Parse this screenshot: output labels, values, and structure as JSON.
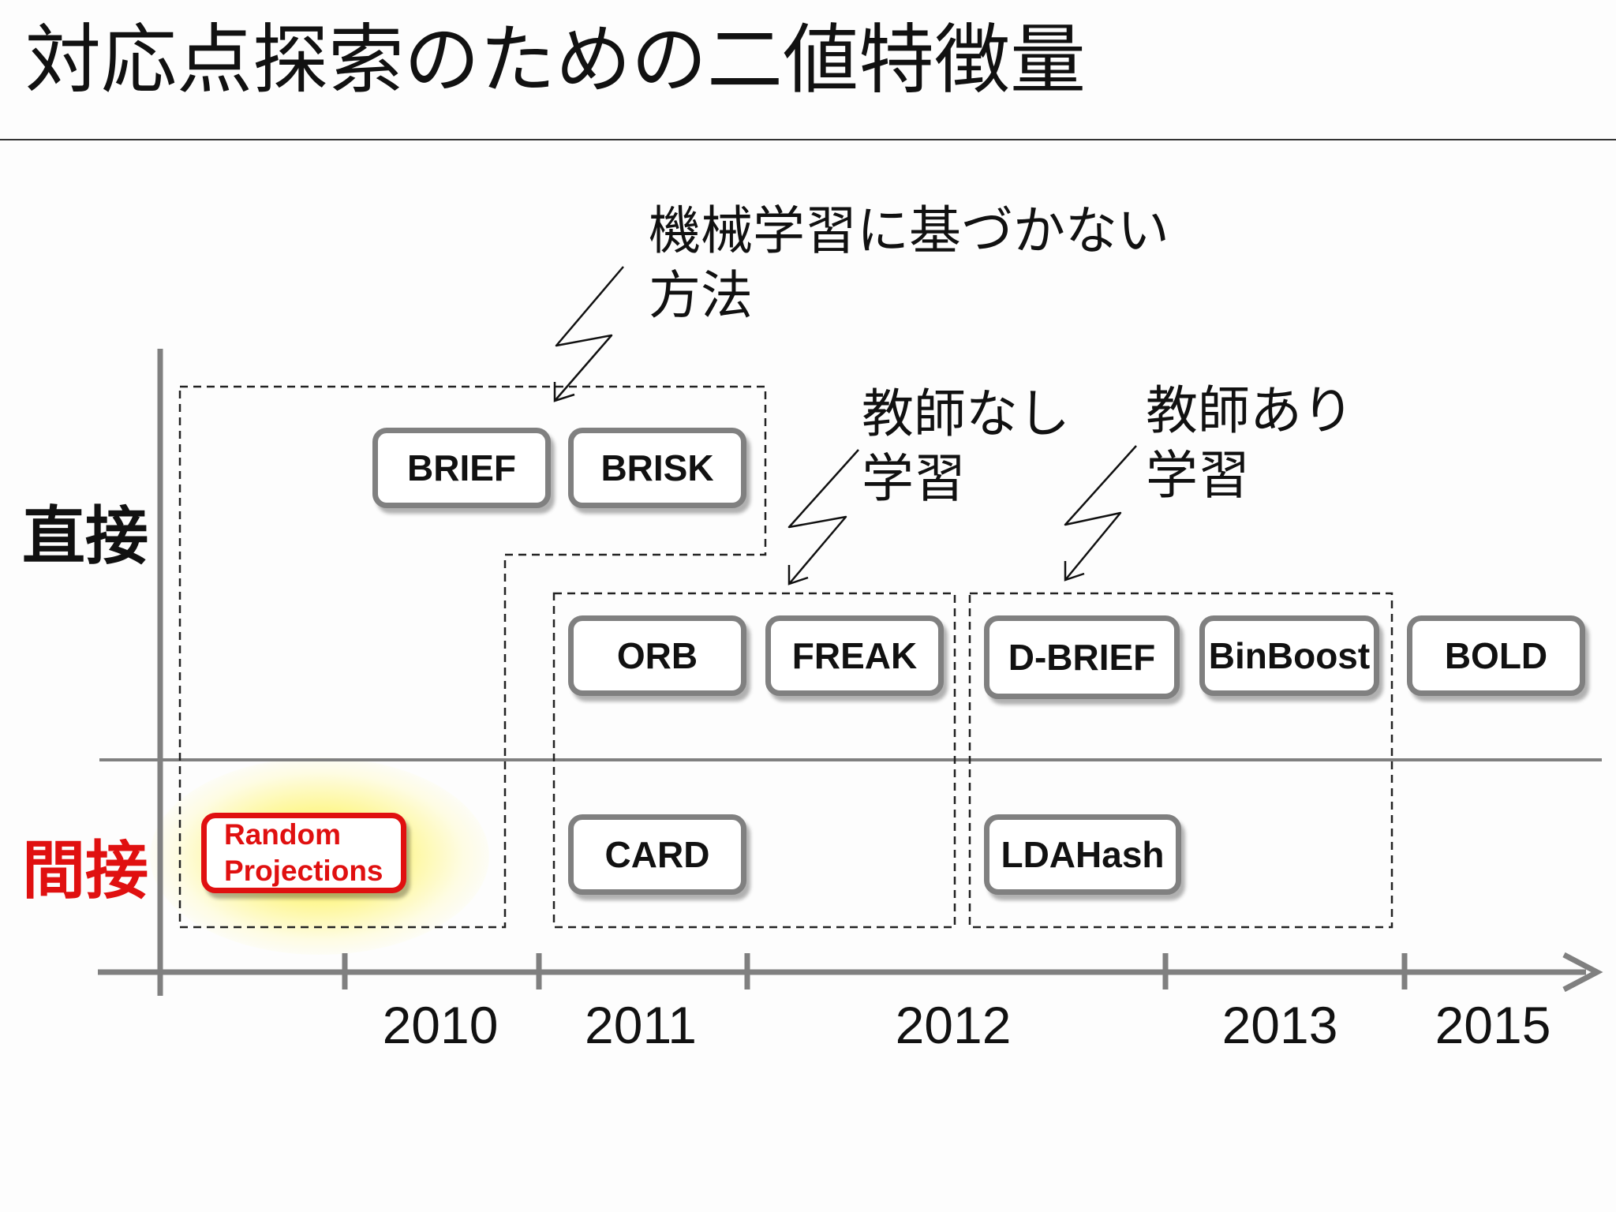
{
  "slide": {
    "title": "対応点探索のための二値特徴量"
  },
  "axes": {
    "direct_label": "直接",
    "indirect_label": "間接",
    "direct_color": "#111111",
    "indirect_color": "#e01010"
  },
  "annotations": {
    "non_learning_line1": "機械学習に基づかない",
    "non_learning_line2": "方法",
    "unsupervised_line1": "教師なし",
    "unsupervised_line2": "学習",
    "supervised_line1": "教師あり",
    "supervised_line2": "学習"
  },
  "years": [
    "2010",
    "2011",
    "2012",
    "2013",
    "2015"
  ],
  "methods": {
    "brief": "BRIEF",
    "brisk": "BRISK",
    "orb": "ORB",
    "freak": "FREAK",
    "d_brief": "D-BRIEF",
    "binboost": "BinBoost",
    "bold": "BOLD",
    "random_projections": "Random Projections",
    "card": "CARD",
    "ldahash": "LDAHash"
  },
  "colors": {
    "box_border": "#808080",
    "highlight_border": "#e01010",
    "highlight_glow": "#fff03c",
    "axis": "#808080"
  }
}
